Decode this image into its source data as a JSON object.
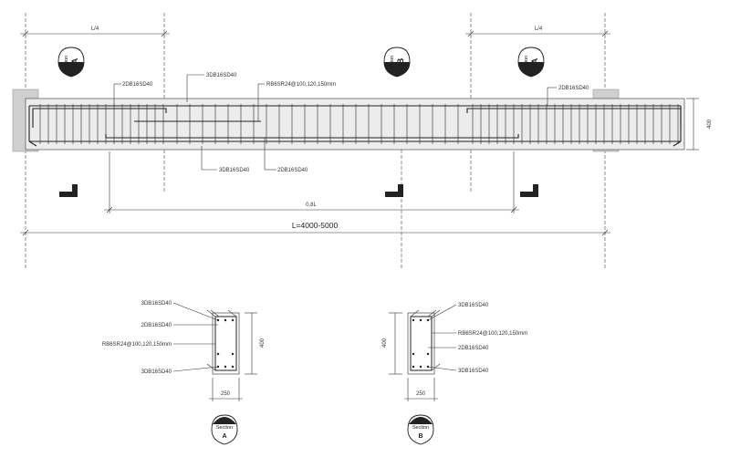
{
  "labels": {
    "quarter_left": "L/4",
    "quarter_right": "L/4",
    "top_middle_bars": "3DB16SD40",
    "top_left_bars": "2DB16SD40",
    "top_right_bars": "2DB16SD40",
    "stirrups": "RB6SR24@100,120,150mm",
    "bottom_extra_bars": "3DB16SD40",
    "bottom_main_bars": "2DB16SD40",
    "depth": "400",
    "span_08": "0.8L",
    "span_total": "L=4000-5000"
  },
  "section_tags": {
    "word": "Section",
    "left": "A",
    "middle": "B",
    "right": "A"
  },
  "section_a": {
    "top_bars": "3DB16SD40",
    "mid_bars": "2DB16SD40",
    "stirrups": "RB6SR24@100,120,150mm",
    "bottom_bars": "3DB16SD40",
    "height": "400",
    "width": "250",
    "tag_word": "Section",
    "tag_letter": "A"
  },
  "section_b": {
    "top_bars": "3DB16SD40",
    "stirrups": "RB6SR24@100,120,150mm",
    "mid_bars": "2DB16SD40",
    "bottom_bars": "3DB16SD40",
    "height": "400",
    "width": "250",
    "tag_word": "Section",
    "tag_letter": "B"
  },
  "colors": {
    "line": "#333333",
    "beam_fill": "#ececec",
    "support_fill": "#cfcfcf",
    "tag_fill": "#222222"
  }
}
